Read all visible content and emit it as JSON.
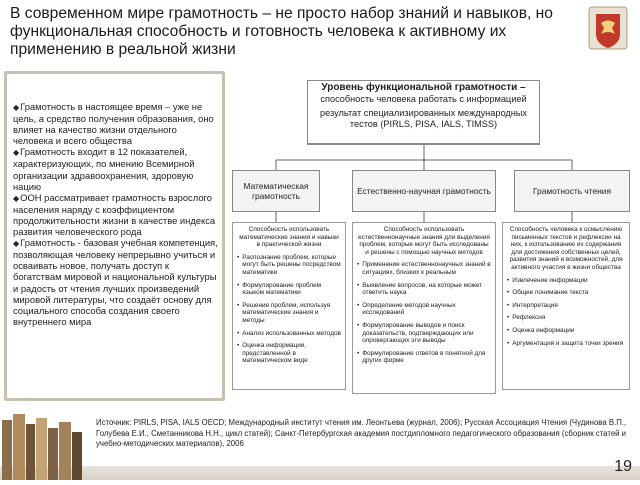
{
  "title": "В современном мире грамотность – не просто набор знаний и навыков, но функциональная способность и готовность человека к активному их применению в реальной жизни",
  "left_panel": {
    "items": [
      "Грамотность в настоящее время – уже не цель, а средство получения образования, оно влияет на качество жизни отдельного человека и всего общества",
      "Грамотность входит в 12 показателей, характеризующих, по мнению Всемирной организации здравоохранения, здоровую нацию",
      "ООН рассматривает грамотность взрослого населения наряду с коэффициентом продолжительности жизни в качестве индекса развития человеческого рода",
      "Грамотность - базовая учебная компетенция, позволяющая человеку непрерывно учиться и осваивать новое, получать доступ к богатствам мировой и национальной культуры и радость от чтения лучших произведений мировой литературы, что создаёт основу для социального способа создания своего внутреннего мира"
    ]
  },
  "level_box": {
    "heading": "Уровень функциональной грамотности –",
    "line2": "способность человека работать с информацией",
    "line3": "результат специализированных международных тестов (PIRLS, PISA, IALS, TIMSS)"
  },
  "columns": [
    {
      "head": "Математическая грамотность",
      "intro": "Способность использовать математические знания и навыки в практической жизни",
      "items": [
        "Распознание проблем, которые могут быть решены посредством математики",
        "Формулирование проблем языком математики",
        "Решение проблем, используя математические знания и методы",
        "Анализ использованных методов",
        "Оценка информации, представленной в математическом виде"
      ]
    },
    {
      "head": "Естественно-научная грамотность",
      "intro": "Способность использовать естественнонаучные знания для выделения проблем, которые могут быть исследованы и решены с помощью научных методов",
      "items": [
        "Применение естественнонаучных знаний в ситуациях, близких к реальным",
        "Выявление вопросов, на которые может ответить наука",
        "Определение методов научных исследований",
        "Формулирование выводов и поиск доказательств, подтверждающих или опровергающих эти выводы",
        "Формулирование ответов в понятной для других форме"
      ]
    },
    {
      "head": "Грамотность чтения",
      "intro": "Способность человека к осмыслению письменных текстов и рефлексии на них, к использованию их содержания для достижения собственных целей, развития знаний и возможностей, для активного участия в жизни общества",
      "items": [
        "Извлечение информации",
        "Общее понимание текста",
        "Интерпретация",
        "Рефлексия",
        "Оценка информации",
        "Аргументация и защита точки зрения"
      ]
    }
  ],
  "source": "Источник: PIRLS, PISA, IALS OECD; Международный институт чтения им. Леонтьева (журнал, 2006); Русская Ассоциация Чтения (Чудинова В.П., Голубева Е.И., Сметанникова Н.Н., цикл статей); Санкт-Петербургская академия постдипломного педагогического образования (сборник статей и учебно-методических материалов), 2006",
  "page_number": "19",
  "icons": {
    "logo": "eagle-emblem-icon",
    "books": "books-decoration-icon"
  },
  "colors": {
    "panel_border": "#c8c0b0",
    "logo_bg": "#c0392b",
    "logo_frame": "#e9e2d2"
  }
}
